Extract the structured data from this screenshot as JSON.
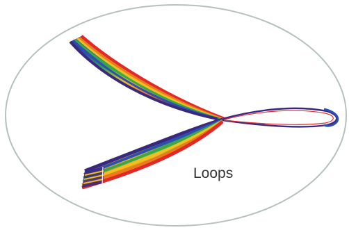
{
  "caption": {
    "text": "Loops"
  },
  "colors": {
    "background": "#ffffff",
    "ellipse_border": "#b6c0bc",
    "caption_text": "#333333",
    "ribbon_stripes": [
      "#e02a2a",
      "#f0a020",
      "#3aa84a",
      "#2c4fb0",
      "#3a2880"
    ]
  },
  "illustration": {
    "subject": "rainbow-striped-ribbon-loop",
    "frame_shape": "ellipse"
  }
}
